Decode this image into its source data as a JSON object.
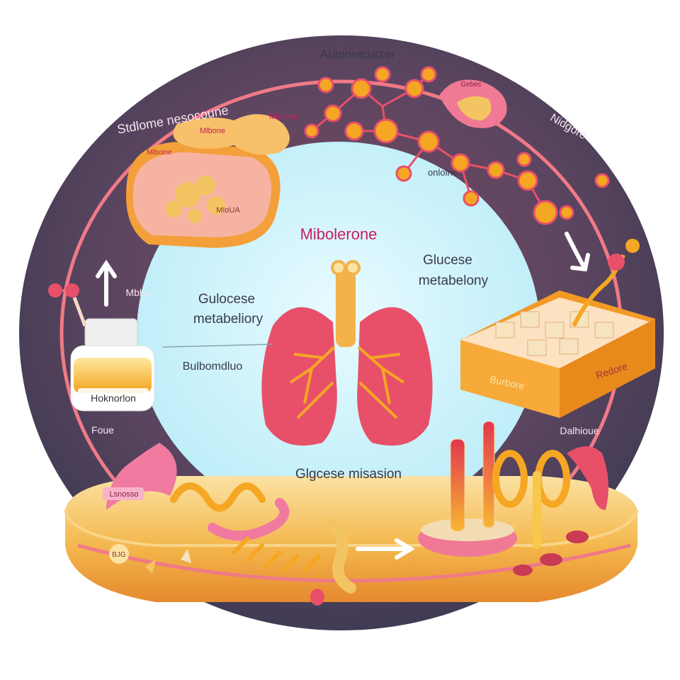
{
  "diagram": {
    "center_title": "Mibolerone",
    "labels": {
      "top_center": "Autenetcurzer",
      "top_left": "Stdlome nesocoune",
      "top_right": "Nidgore",
      "chain_small": "onlolne",
      "left_small": "Mbho",
      "center_left_1": "Gulocese",
      "center_left_2": "metabeliory",
      "center_left_3": "Bulbomdluo",
      "center_right_1": "Glucese",
      "center_right_2": "metabelony",
      "bottom_center": "Glgcese misasion",
      "bottom_left": "Foue",
      "bottom_right": "Dalhioue",
      "jar_label": "Hoknorlon",
      "box_left": "Burbore",
      "box_right": "Redore",
      "tissue_1": "Mlbone",
      "tissue_2": "Mboone",
      "tissue_3": "Mlboine",
      "tissue_4": "MIoUA",
      "tag_top": "Gebec",
      "tag_bottom": "Lsnosso",
      "tag_small": "BJG"
    },
    "colors": {
      "ring_dark": "#4a3f57",
      "ring_mid": "#7a4a5e",
      "ring_line": "#f07a86",
      "center_fill": "#c9f1fb",
      "title": "#c81e62",
      "lung": "#e8506a",
      "platform": "#f2b24a",
      "molecule": "#f5a623",
      "box": "#f39a26"
    }
  }
}
